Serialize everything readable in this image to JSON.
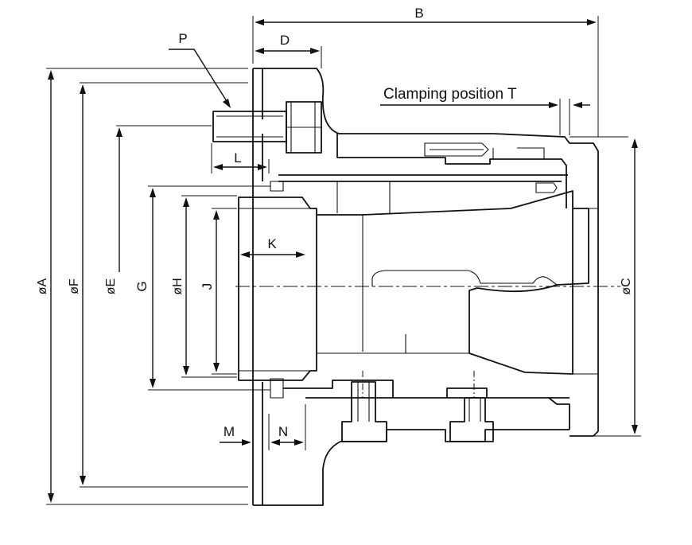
{
  "labels": {
    "B": "B",
    "D": "D",
    "P": "P",
    "clamping": "Clamping position T",
    "L": "L",
    "K": "K",
    "A": "øA",
    "F": "øF",
    "E": "øE",
    "G": "G",
    "H": "øH",
    "J": "J",
    "C": "øC",
    "M": "M",
    "N": "N"
  }
}
